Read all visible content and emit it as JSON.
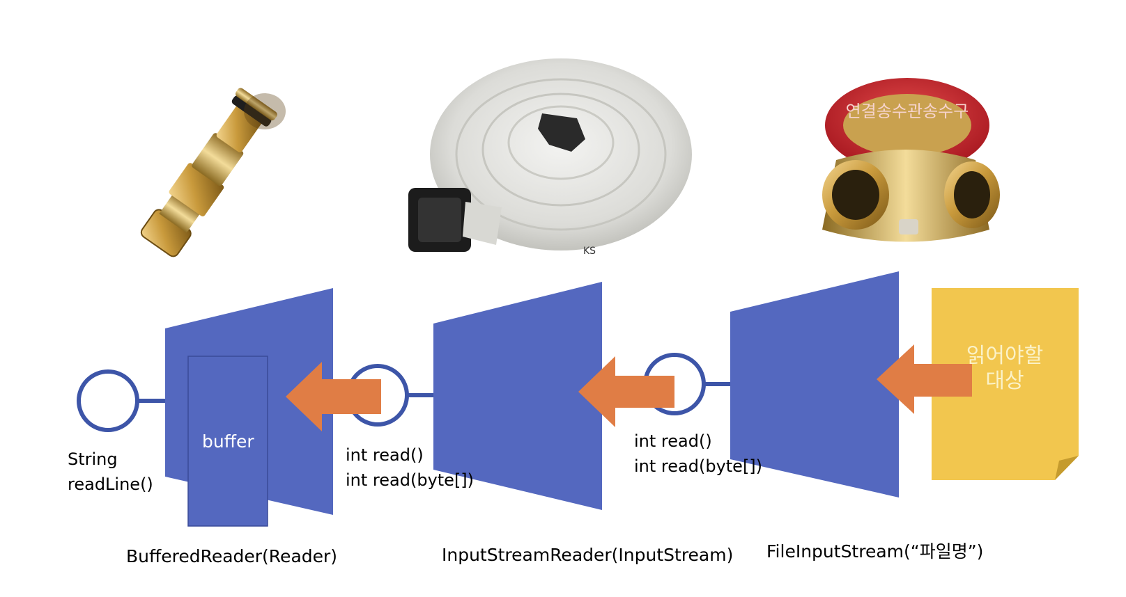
{
  "illustrations": {
    "nozzle": "fire hose nozzle",
    "hose": "rolled fire hose",
    "hydrant": "hydrant valve"
  },
  "hydrant_plate_text": "연결송수관송수구",
  "target": {
    "text": "읽어야할\n대상"
  },
  "methods": {
    "buffered": "String\nreadLine()",
    "isr": "int read()\nint read(byte[])",
    "fis": "int read()\nint read(byte[])"
  },
  "buffer_label": "buffer",
  "captions": {
    "buffered": "BufferedReader(Reader)",
    "isr": "InputStreamReader(InputStream)",
    "fis": "FileInputStream(“파일명”)"
  },
  "colors": {
    "stream_blue": "#5468bf",
    "connector_blue": "#3d55a8",
    "arrow_orange": "#e07d45",
    "note_yellow": "#f2c64e"
  }
}
